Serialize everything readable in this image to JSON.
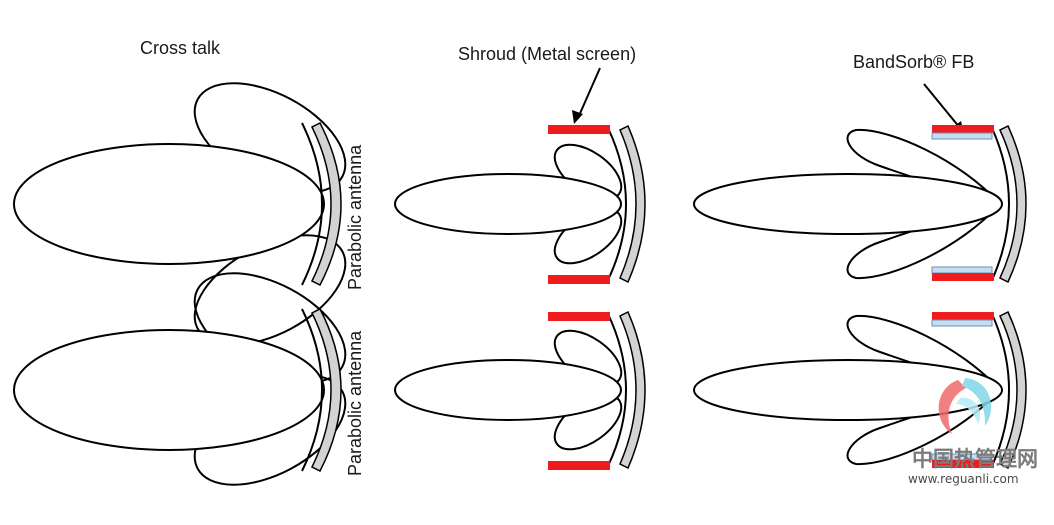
{
  "panels": {
    "crosstalk": {
      "title": "Cross talk"
    },
    "shroud": {
      "title": "Shroud (Metal screen)"
    },
    "bandsorb": {
      "title": "BandSorb® FB"
    }
  },
  "antenna_label": "Parabolic antenna",
  "watermark": {
    "cn": "中国热管理网",
    "url": "www.reguanli.com"
  },
  "colors": {
    "shroud": "#ee1c1c",
    "absorber": "#c8dcf0",
    "dish": "#d3d3d3",
    "line": "#000000"
  }
}
